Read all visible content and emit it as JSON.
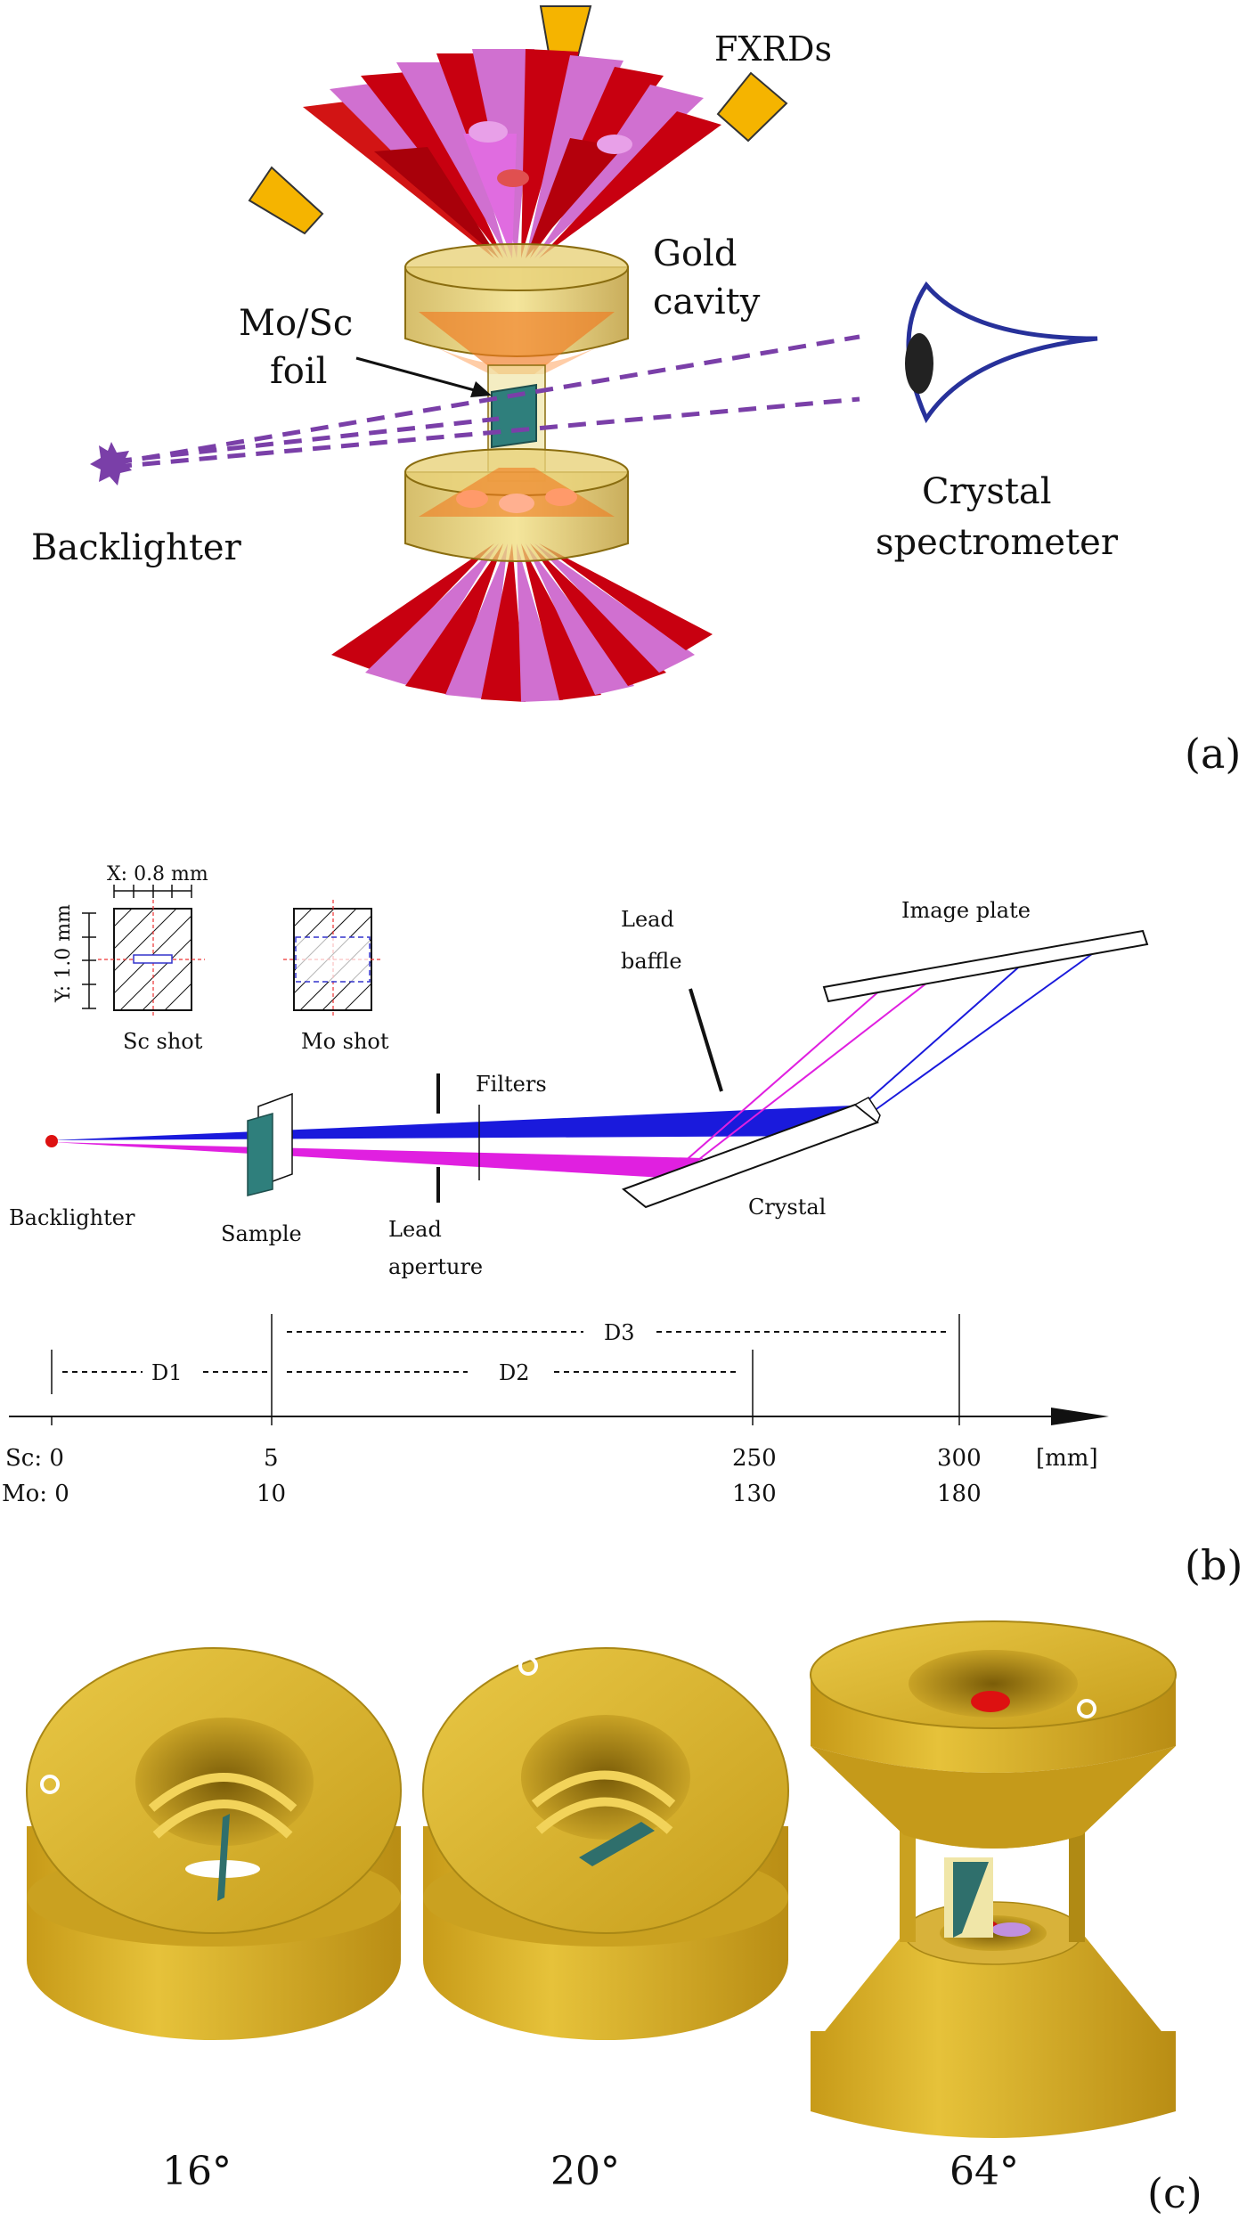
{
  "panel_a": {
    "label": "(a)",
    "fxrds": "FXRDs",
    "gold_cavity_line1": "Gold",
    "gold_cavity_line2": "cavity",
    "foil_line1": "Mo/Sc",
    "foil_line2": "foil",
    "backlighter": "Backlighter",
    "spectrometer_line1": "Crystal",
    "spectrometer_line2": "spectrometer",
    "colors": {
      "beam_red": "#c8000a",
      "beam_pink": "#d06ad0",
      "gold": "#d8b83a",
      "fxrd": "#f5b400",
      "dashed_ray": "#7a3fa8",
      "eye": "#27319a",
      "foil": "#2f7f7c"
    }
  },
  "panel_b": {
    "label": "(b)",
    "x_dim": "X: 0.8 mm",
    "y_dim": "Y: 1.0 mm",
    "sc_shot": "Sc shot",
    "mo_shot": "Mo shot",
    "image_plate": "Image plate",
    "lead_baffle_line1": "Lead",
    "lead_baffle_line2": "baffle",
    "filters": "Filters",
    "backlighter": "Backlighter",
    "sample": "Sample",
    "lead_aperture_line1": "Lead",
    "lead_aperture_line2": "aperture",
    "crystal": "Crystal",
    "d1": "D1",
    "d2": "D2",
    "d3": "D3",
    "unit": "[mm]",
    "sc_ticks": [
      "Sc: 0",
      "5",
      "250",
      "300"
    ],
    "mo_ticks": [
      "Mo: 0",
      "10",
      "130",
      "180"
    ],
    "colors": {
      "blue_beam": "#1a1adc",
      "magenta_beam": "#e020e0",
      "sample": "#2f7f7c",
      "source": "#dd1111"
    }
  },
  "panel_c": {
    "label": "(c)",
    "angles": [
      "16°",
      "20°",
      "64°"
    ],
    "colors": {
      "gold": "#d9b22b",
      "gold_dark": "#b08a14",
      "foil": "#2f6f6c"
    }
  }
}
